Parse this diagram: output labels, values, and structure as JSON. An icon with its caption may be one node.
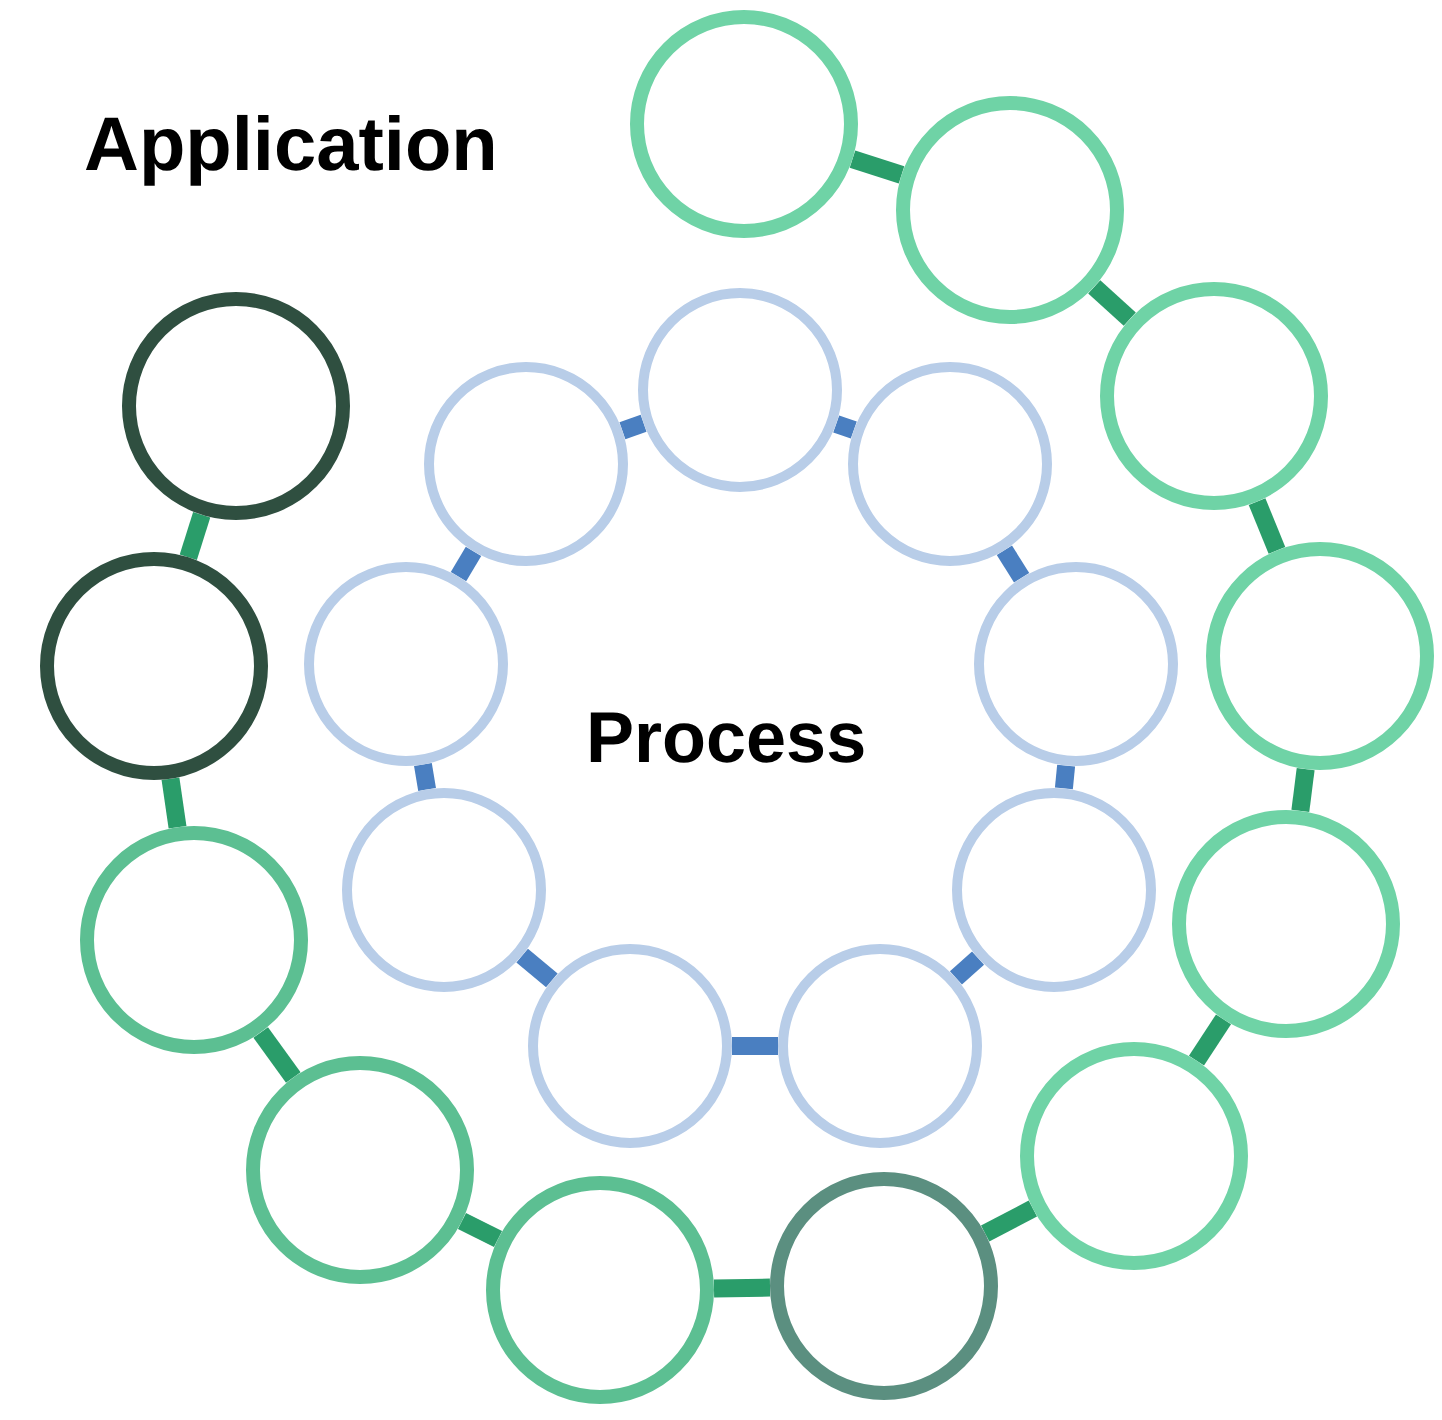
{
  "diagram": {
    "nodes": [
      {
        "text": [],
        "shape": "circle"
      },
      {
        "text": [],
        "shape": "circle"
      },
      {
        "text": [],
        "shape": "circle"
      },
      {
        "text": [],
        "shape": "circle"
      },
      {
        "text": [],
        "shape": "circle"
      },
      {
        "text": [],
        "shape": "circle"
      },
      {
        "text": [],
        "shape": "circle"
      },
      {
        "text": [],
        "shape": "circle"
      },
      {
        "text": [],
        "shape": "circle"
      },
      {
        "text": [],
        "shape": "circle"
      },
      {
        "text": [],
        "shape": "circle"
      },
      {
        "text": [],
        "shape": "circle"
      },
      {
        "text": [],
        "shape": "circle"
      },
      {
        "text": [],
        "shape": "circle"
      },
      {
        "text": [],
        "shape": "circle"
      },
      {
        "text": [],
        "shape": "circle"
      },
      {
        "text": [],
        "shape": "circle"
      },
      {
        "text": [],
        "shape": "circle"
      },
      {
        "text": [],
        "shape": "circle"
      },
      {
        "text": [],
        "shape": "circle"
      },
      {
        "text": [],
        "shape": "circle"
      }
    ],
    "edges": [
      {
        "from": 0,
        "to": 1,
        "arrow": "none"
      },
      {
        "from": 1,
        "to": 2,
        "arrow": "none"
      },
      {
        "from": 2,
        "to": 3,
        "arrow": "none"
      },
      {
        "from": 3,
        "to": 4,
        "arrow": "none"
      },
      {
        "from": 4,
        "to": 5,
        "arrow": "none"
      },
      {
        "from": 5,
        "to": 6,
        "arrow": "none"
      },
      {
        "from": 6,
        "to": 7,
        "arrow": "none"
      },
      {
        "from": 7,
        "to": 8,
        "arrow": "none"
      },
      {
        "from": 8,
        "to": 9,
        "arrow": "none"
      },
      {
        "from": 9,
        "to": 10,
        "arrow": "none"
      },
      {
        "from": 10,
        "to": 11,
        "arrow": "none"
      },
      {
        "from": 12,
        "to": 13,
        "arrow": "none",
        "color": "#4a7fc1"
      },
      {
        "from": 13,
        "to": 14,
        "arrow": "none",
        "color": "#4a7fc1"
      },
      {
        "from": 14,
        "to": 15,
        "arrow": "none",
        "color": "#4a7fc1"
      },
      {
        "from": 15,
        "to": 16,
        "arrow": "none",
        "color": "#4a7fc1"
      },
      {
        "from": 16,
        "to": 17,
        "arrow": "none",
        "color": "#4a7fc1"
      },
      {
        "from": 17,
        "to": 18,
        "arrow": "none",
        "color": "#4a7fc1"
      },
      {
        "from": 18,
        "to": 19,
        "arrow": "none",
        "color": "#4a7fc1"
      },
      {
        "from": 19,
        "to": 20,
        "arrow": "none",
        "color": "#4a7fc1"
      },
      {
        "from": 20,
        "to": 12,
        "arrow": "none",
        "color": "#4a7fc1"
      }
    ],
    "labels": [
      "Application",
      "Process"
    ]
  }
}
